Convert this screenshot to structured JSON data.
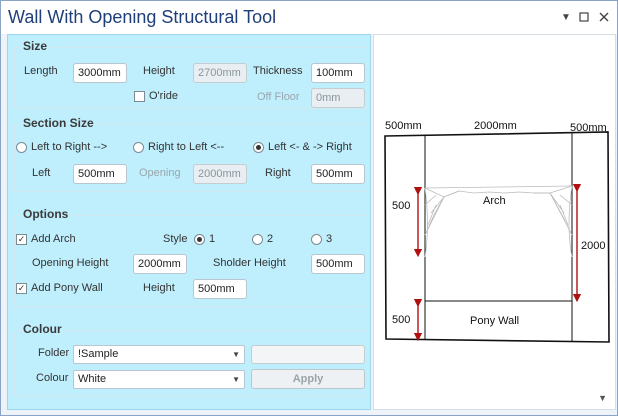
{
  "window": {
    "title": "Wall With Opening Structural Tool"
  },
  "size": {
    "title": "Size",
    "length_label": "Length",
    "length_value": "3000mm",
    "height_label": "Height",
    "height_value": "2700mm",
    "thickness_label": "Thickness",
    "thickness_value": "100mm",
    "override_label": "O'ride",
    "override_checked": false,
    "offfloor_label": "Off Floor",
    "offfloor_value": "0mm"
  },
  "section": {
    "title": "Section Size",
    "options": [
      "Left to Right -->",
      "Right to Left <--",
      "Left <- & -> Right"
    ],
    "selected_index": 2,
    "left_label": "Left",
    "left_value": "500mm",
    "opening_label": "Opening",
    "opening_value": "2000mm",
    "right_label": "Right",
    "right_value": "500mm"
  },
  "options": {
    "title": "Options",
    "add_arch_label": "Add Arch",
    "add_arch_checked": true,
    "style_label": "Style",
    "style_options": [
      "1",
      "2",
      "3"
    ],
    "style_selected_index": 0,
    "opening_height_label": "Opening Height",
    "opening_height_value": "2000mm",
    "shoulder_height_label": "Sholder Height",
    "shoulder_height_value": "500mm",
    "add_pony_label": "Add Pony Wall",
    "add_pony_checked": true,
    "pony_height_label": "Height",
    "pony_height_value": "500mm"
  },
  "colour": {
    "title": "Colour",
    "folder_label": "Folder",
    "folder_value": "!Sample",
    "colour_label": "Colour",
    "colour_value": "White",
    "apply_label": "Apply"
  },
  "diagram": {
    "top_left_dim": "500mm",
    "top_mid_dim": "2000mm",
    "top_right_dim": "500mm",
    "left_upper_dim": "500",
    "left_lower_dim": "500",
    "right_dim": "2000",
    "arch_label": "Arch",
    "pony_label": "Pony Wall",
    "colors": {
      "dimension_arrow": "#b01010",
      "outline": "#111111"
    }
  }
}
